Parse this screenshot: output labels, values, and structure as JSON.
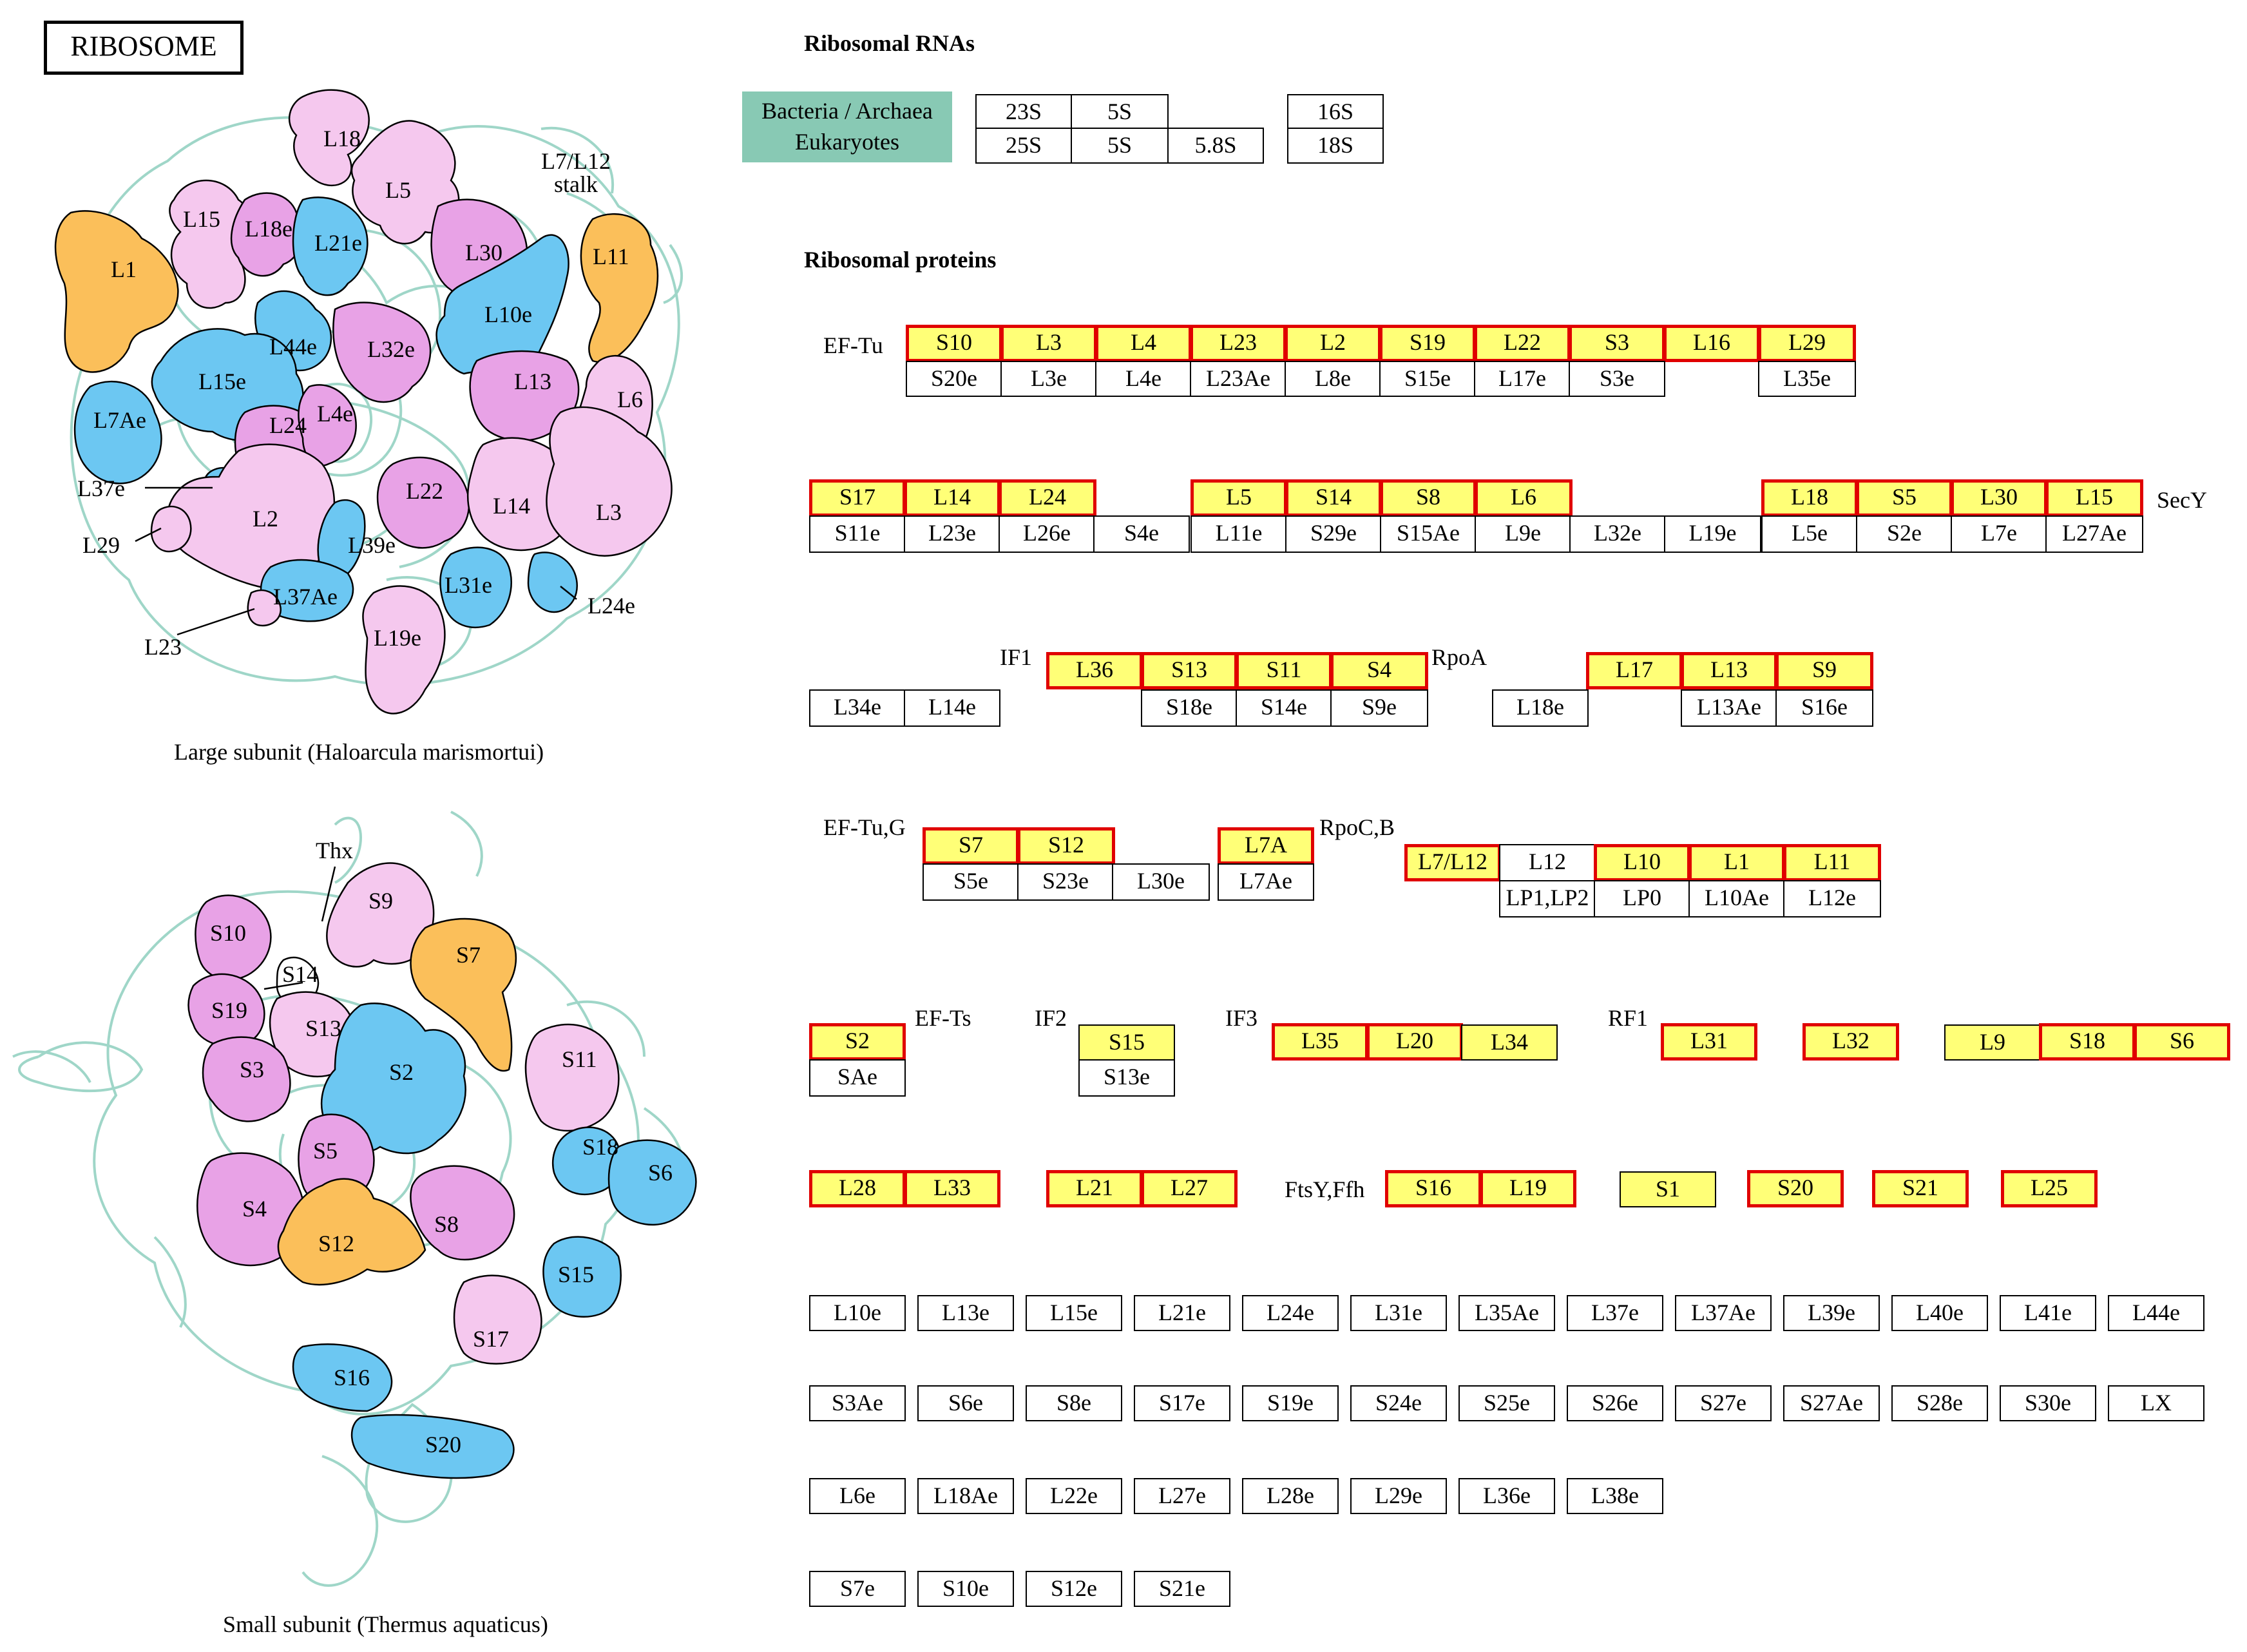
{
  "title": "RIBOSOME",
  "large_subunit": {
    "caption": "Large subunit (Haloarcula marismortui)",
    "stalk_label": "L7/L12\nstalk",
    "proteins": [
      "L18",
      "L5",
      "L15",
      "L18e",
      "L21e",
      "L1",
      "L30",
      "L11",
      "L10e",
      "L44e",
      "L32e",
      "L15e",
      "L13",
      "L6",
      "L7Ae",
      "L24",
      "L4e",
      "L37e",
      "L2",
      "L22",
      "L14",
      "L3",
      "L29",
      "L39e",
      "L37Ae",
      "L31e",
      "L24e",
      "L23",
      "L19e"
    ]
  },
  "small_subunit": {
    "caption": "Small subunit (Thermus aquaticus)",
    "proteins": [
      "Thx",
      "S9",
      "S10",
      "S7",
      "S14",
      "S19",
      "S13",
      "S3",
      "S2",
      "S11",
      "S5",
      "S18",
      "S6",
      "S4",
      "S12",
      "S8",
      "S15",
      "S17",
      "S16",
      "S20"
    ]
  },
  "rna": {
    "heading": "Ribosomal RNAs",
    "legend": [
      "Bacteria / Archaea",
      "Eukaryotes"
    ],
    "row1": [
      "23S",
      "5S",
      "",
      "16S"
    ],
    "row2": [
      "25S",
      "5S",
      "5.8S",
      "18S"
    ]
  },
  "proteins": {
    "heading": "Ribosomal proteins",
    "labels": [
      "EF-Tu",
      "SecY",
      "IF1",
      "RpoA",
      "EF-Tu,G",
      "RpoC,B",
      "EF-Ts",
      "IF2",
      "IF3",
      "RF1",
      "FtsY,Ffh"
    ],
    "row1_top": [
      "S10",
      "L3",
      "L4",
      "L23",
      "L2",
      "S19",
      "L22",
      "S3",
      "L16",
      "L29"
    ],
    "row1_bot": [
      "S20e",
      "L3e",
      "L4e",
      "L23Ae",
      "L8e",
      "S15e",
      "L17e",
      "S3e",
      "",
      "L35e"
    ],
    "row2_top_a": [
      "S17",
      "L14",
      "L24"
    ],
    "row2_top_b": [
      "L5",
      "S14",
      "S8",
      "L6"
    ],
    "row2_top_c": [
      "L18",
      "S5",
      "L30",
      "L15"
    ],
    "row2_bot": [
      "S11e",
      "L23e",
      "L26e",
      "S4e",
      "L11e",
      "S29e",
      "S15Ae",
      "L9e",
      "L32e",
      "L19e",
      "L5e",
      "S2e",
      "L7e",
      "L27Ae"
    ],
    "row3_top_a": [
      "L36",
      "S13",
      "S11",
      "S4"
    ],
    "row3_top_b": [
      "L17",
      "L13",
      "S9"
    ],
    "row3_bot_a": [
      "L34e",
      "L14e"
    ],
    "row3_bot_b": [
      "S18e",
      "S14e",
      "S9e"
    ],
    "row3_bot_c": [
      "L18e"
    ],
    "row3_bot_d": [
      "L13Ae",
      "S16e"
    ],
    "row4_top_a": [
      "S7",
      "S12"
    ],
    "row4_bot_a": [
      "S5e",
      "S23e",
      "L30e"
    ],
    "row4_top_b": "L7A",
    "row4_bot_b": "L7Ae",
    "row4_top_c": [
      "L7/L12",
      "L12",
      "L10",
      "L1",
      "L11"
    ],
    "row4_bot_c": [
      "LP1,LP2",
      "LP0",
      "L10Ae",
      "L12e"
    ],
    "row5": {
      "s2": "S2",
      "sae": "SAe",
      "s15": "S15",
      "s13e": "S13e",
      "if3": [
        "L35",
        "L20",
        "L34"
      ],
      "l31": "L31",
      "l32": "L32",
      "last": [
        "L9",
        "S18",
        "S6"
      ]
    },
    "row6": {
      "a": [
        "L28",
        "L33"
      ],
      "b": [
        "L21",
        "L27"
      ],
      "c": [
        "S16",
        "L19"
      ],
      "s1": "S1",
      "s20": "S20",
      "s21": "S21",
      "l25": "L25"
    },
    "euk1": [
      "L10e",
      "L13e",
      "L15e",
      "L21e",
      "L24e",
      "L31e",
      "L35Ae",
      "L37e",
      "L37Ae",
      "L39e",
      "L40e",
      "L41e",
      "L44e"
    ],
    "euk2": [
      "S3Ae",
      "S6e",
      "S8e",
      "S17e",
      "S19e",
      "S24e",
      "S25e",
      "S26e",
      "S27e",
      "S27Ae",
      "S28e",
      "S30e",
      "LX"
    ],
    "euk3": [
      "L6e",
      "L18Ae",
      "L22e",
      "L27e",
      "L28e",
      "L29e",
      "L36e",
      "L38e"
    ],
    "euk4": [
      "S7e",
      "S10e",
      "S12e",
      "S21e"
    ]
  },
  "colors": {
    "pink": "#f5c8ee",
    "magenta": "#e8a2e6",
    "blue": "#6cc7f2",
    "orange": "#fbbf5a",
    "rna_strand": "#9fd6c8",
    "yellow": "#ffff77",
    "red_border": "#e00000",
    "legend": "#88c9b4"
  }
}
